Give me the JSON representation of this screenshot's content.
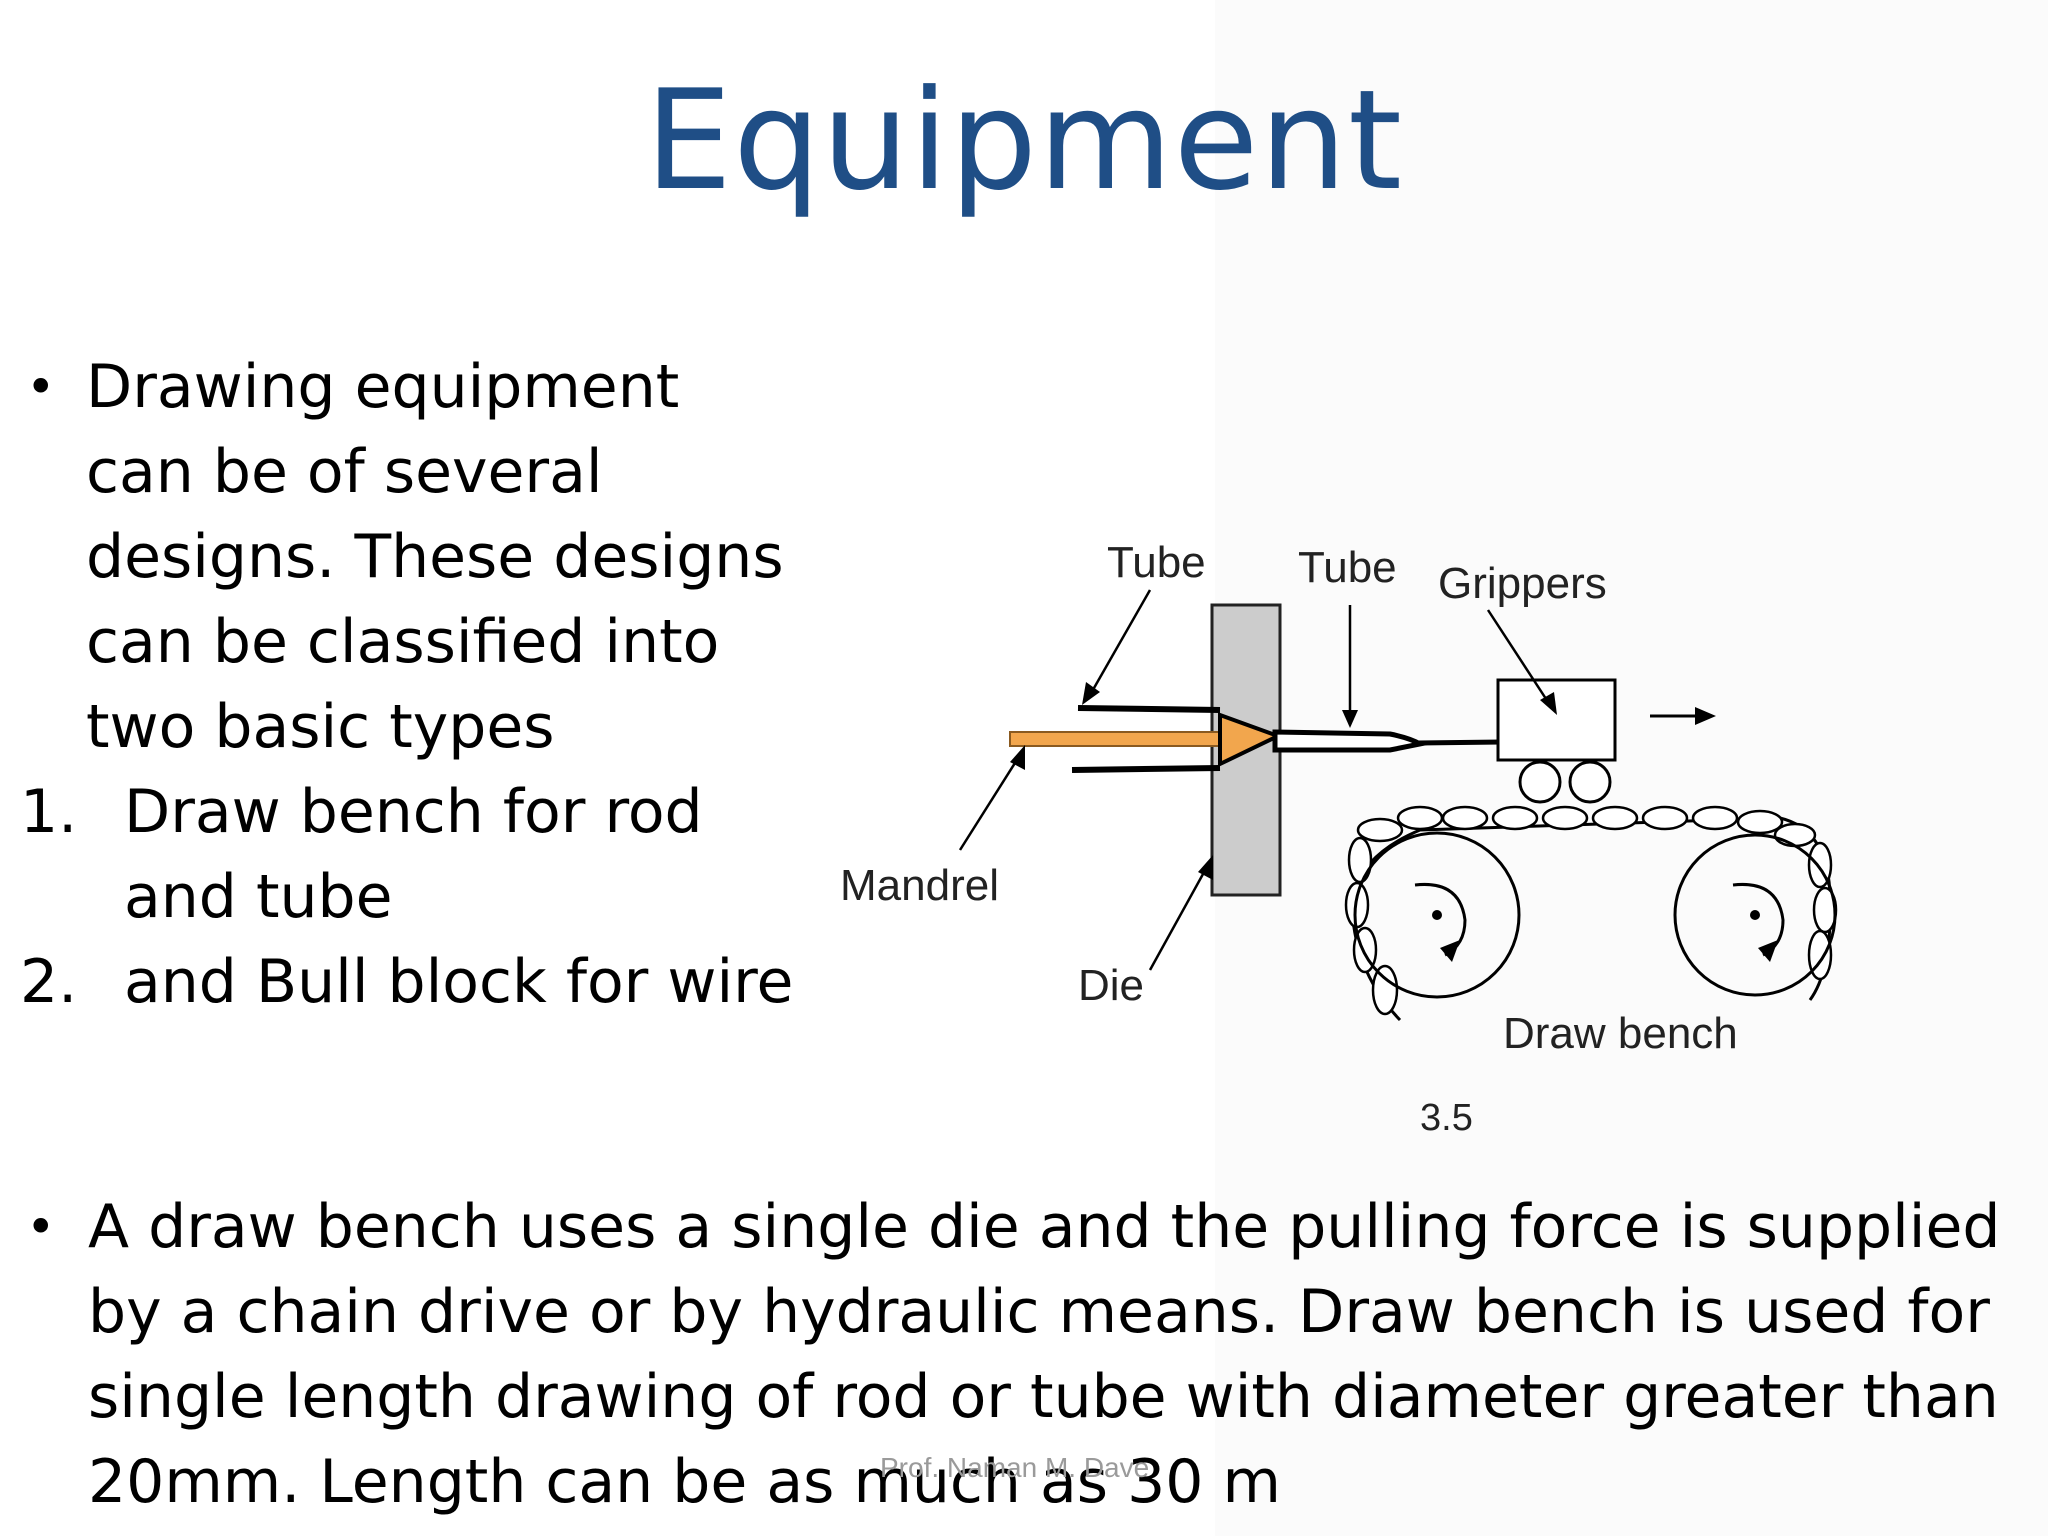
{
  "slide": {
    "title": "Equipment",
    "intro_bullet": " Drawing equipment can be of several designs. These designs can be classified into two basic types",
    "types": [
      {
        "num": "1.",
        "text": "Draw bench for rod and tube"
      },
      {
        "num": "2.",
        "text": "and Bull block for wire"
      }
    ],
    "bottom_bullet": "A draw bench uses a single die and the pulling force is supplied by a chain drive or by hydraulic means. Draw bench is used for single length drawing of rod or tube with diameter greater than 20mm. Length can be as much as 30 m",
    "footer": "Prof. Naman M. Dave",
    "bullet_glyph": "•"
  },
  "figure": {
    "labels": {
      "tube_left": "Tube",
      "tube_right": "Tube",
      "grippers": "Grippers",
      "mandrel": "Mandrel",
      "die": "Die",
      "draw_bench": "Draw bench",
      "fig_number": "3.5"
    },
    "colors": {
      "mandrel": "#f2a64d",
      "die": "#cccccc",
      "title": "#1f4e86"
    }
  }
}
